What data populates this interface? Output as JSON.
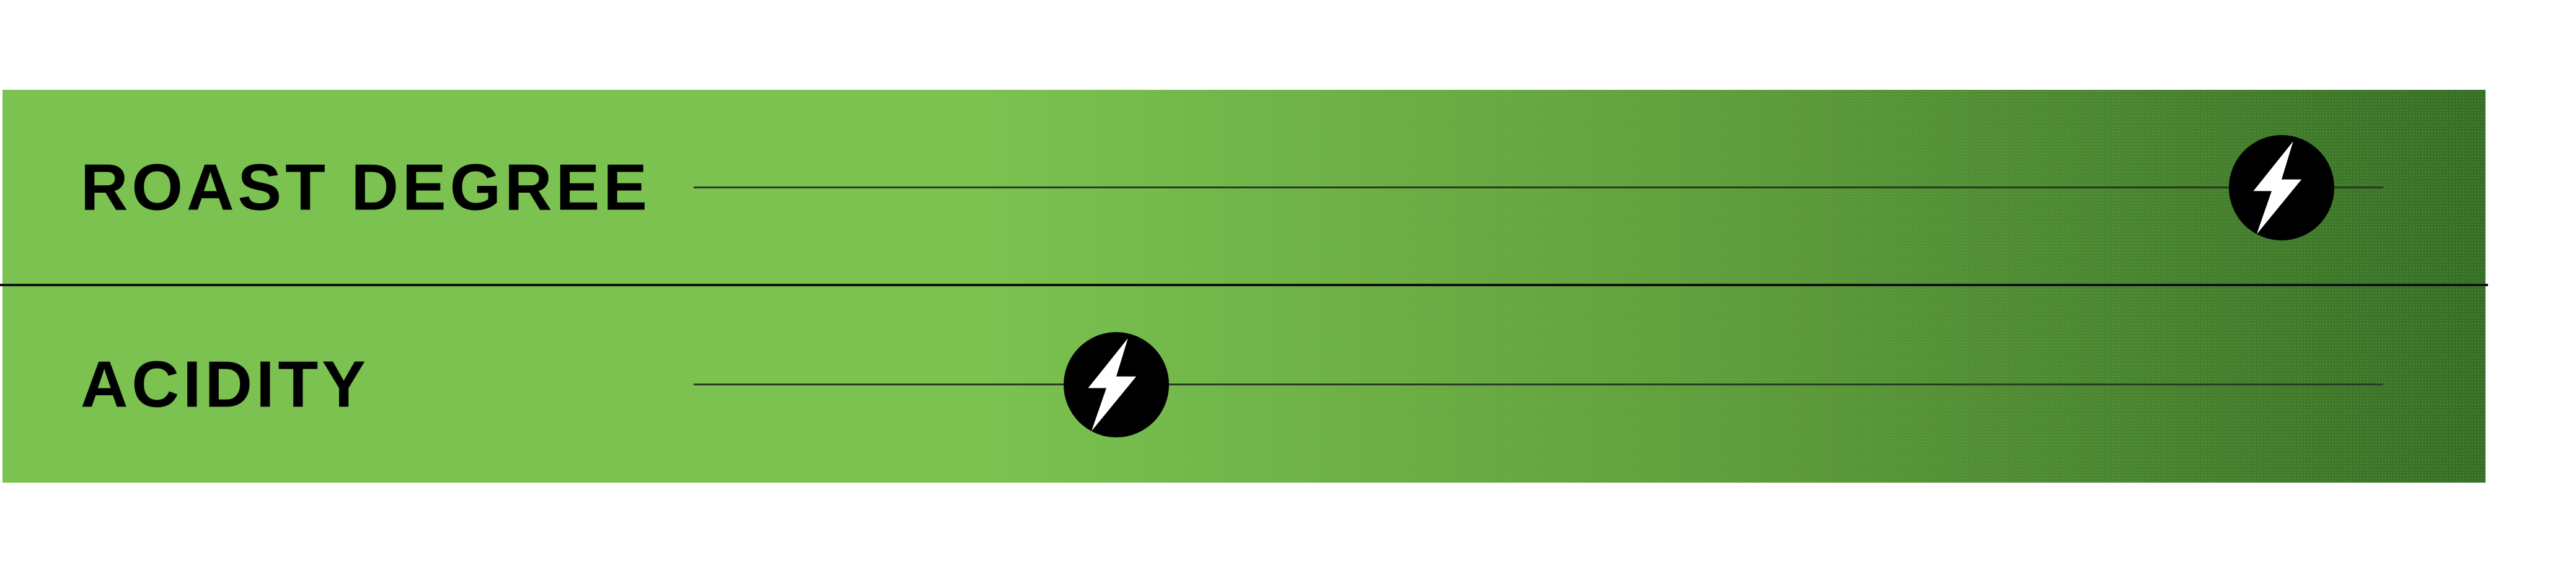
{
  "sliders": [
    {
      "label": "ROAST DEGREE",
      "value": 0.94,
      "icon": "lightning-bolt-icon"
    },
    {
      "label": "ACIDITY",
      "value": 0.25,
      "icon": "lightning-bolt-icon"
    }
  ],
  "colors": {
    "panel_light": "#7bc251",
    "panel_dark": "#356d26",
    "knob": "#000000",
    "icon": "#ffffff"
  }
}
